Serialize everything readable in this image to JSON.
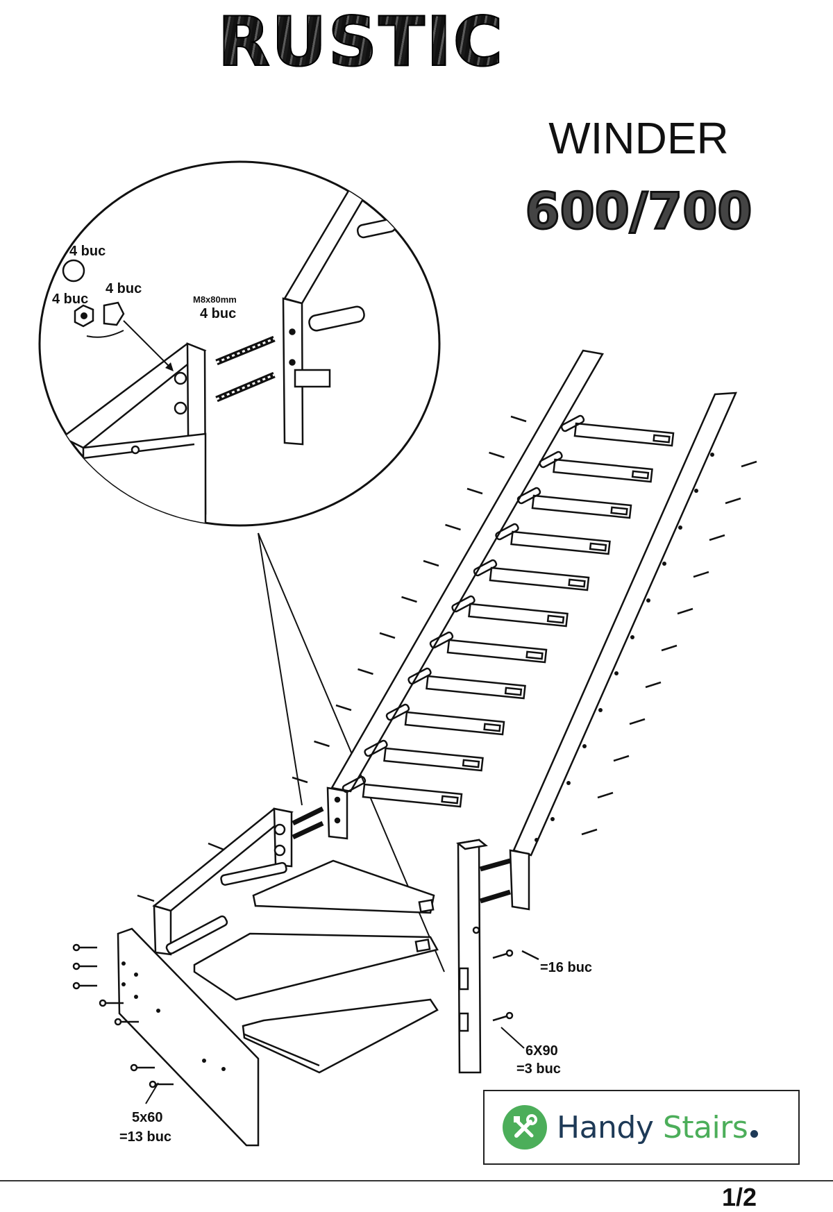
{
  "header": {
    "brand": "RUSTIC",
    "model": "WINDER",
    "size": "600/700"
  },
  "detail": {
    "cap_qty": "4 buc",
    "nut_qty": "4 buc",
    "bracket_qty": "4 buc",
    "bolt_spec": "M8x80mm",
    "bolt_qty": "4 buc"
  },
  "fasteners": {
    "screw_16_qty": "=16 buc",
    "screw_6x90_spec": "6X90",
    "screw_6x90_qty": "=3 buc",
    "screw_5x60_spec": "5x60",
    "screw_5x60_qty": "=13 buc"
  },
  "logo": {
    "word1": "Handy",
    "word2": "Stairs"
  },
  "footer": {
    "page": "1/2"
  },
  "colors": {
    "logo_green": "#4cae5a",
    "logo_navy": "#1e3a57"
  }
}
